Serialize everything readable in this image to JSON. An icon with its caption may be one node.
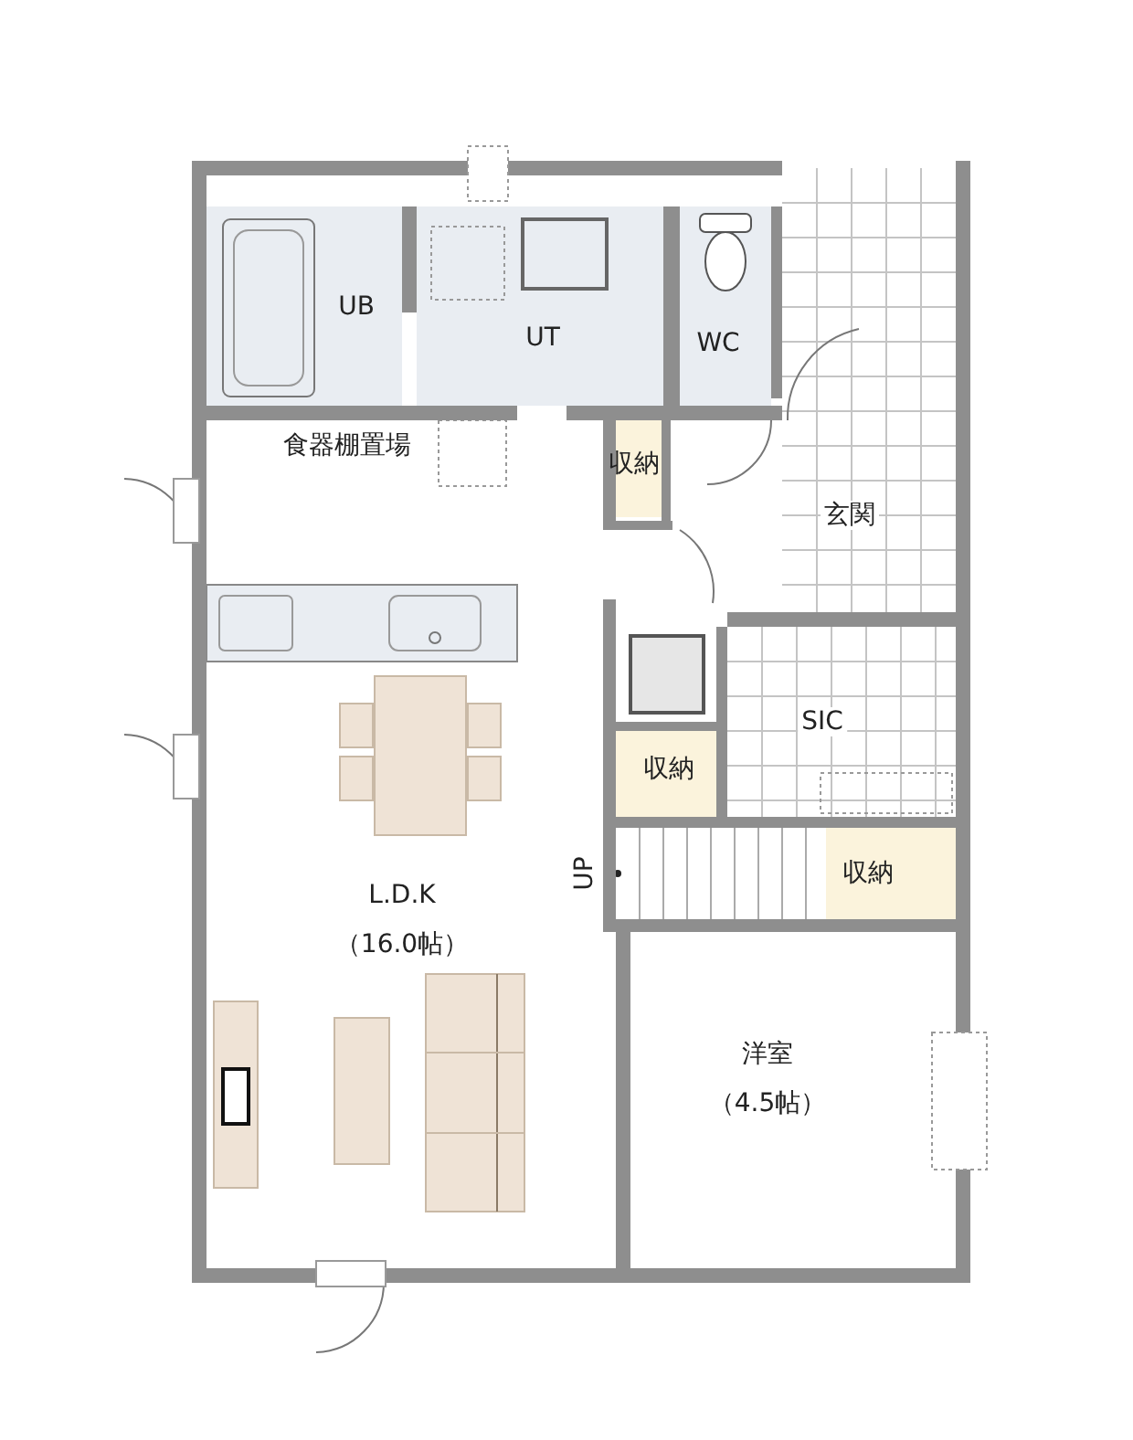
{
  "diagram": {
    "nodes": [
      {
        "text": [
          "UB"
        ]
      },
      {
        "text": [
          "UT"
        ]
      },
      {
        "text": [
          "WC"
        ]
      },
      {
        "text": [
          "玄関"
        ]
      },
      {
        "text": [
          "収納"
        ]
      },
      {
        "text": [
          "SIC"
        ]
      },
      {
        "text": [
          "収納"
        ]
      },
      {
        "text": [
          "収納"
        ]
      },
      {
        "text": [
          "L.D.K",
          "（16.0帖）"
        ]
      },
      {
        "text": [
          "洋室",
          "（4.5帖）"
        ]
      }
    ],
    "labels": [
      "食器棚置場",
      "UP"
    ]
  }
}
